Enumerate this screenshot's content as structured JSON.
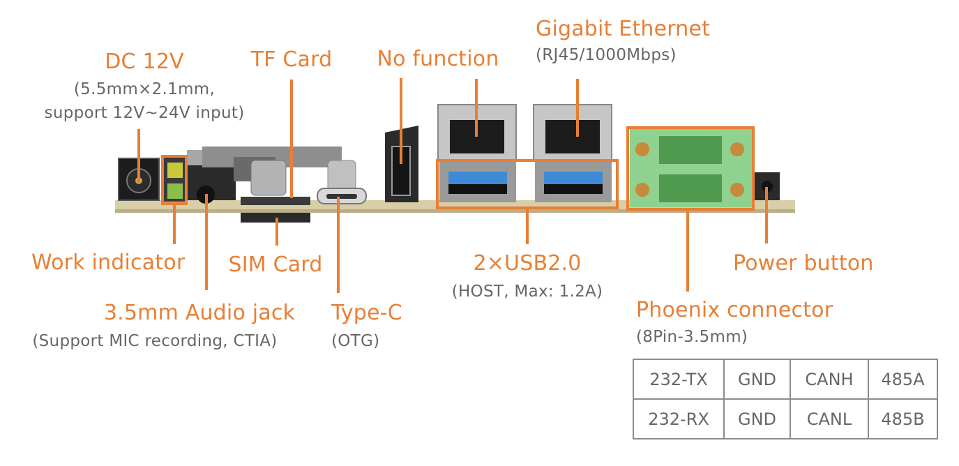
{
  "labels": {
    "dc": {
      "title": "DC 12V",
      "sub1": "(5.5mm×2.1mm,",
      "sub2": "support 12V~24V input)"
    },
    "tf_card": {
      "title": "TF Card"
    },
    "no_function": {
      "title": "No function"
    },
    "ethernet": {
      "title": "Gigabit Ethernet",
      "sub": "(RJ45/1000Mbps)"
    },
    "work_indicator": {
      "title": "Work indicator"
    },
    "sim_card": {
      "title": "SIM Card"
    },
    "usb": {
      "title": "2×USB2.0",
      "sub": "(HOST, Max: 1.2A)"
    },
    "power_button": {
      "title": "Power button"
    },
    "audio": {
      "title": "3.5mm Audio jack",
      "sub": "(Support MIC recording, CTIA)"
    },
    "typec": {
      "title": "Type-C",
      "sub": "(OTG)"
    },
    "phoenix": {
      "title": "Phoenix connector",
      "sub": "(8Pin-3.5mm)"
    }
  },
  "pin_table": {
    "rows": [
      [
        "232-TX",
        "GND",
        "CANH",
        "485A"
      ],
      [
        "232-RX",
        "GND",
        "CANL",
        "485B"
      ]
    ]
  },
  "colors": {
    "accent": "#e87f35",
    "text_gray": "#666666",
    "board": "#d8cfa8",
    "connector_green": "#8fd18f"
  }
}
